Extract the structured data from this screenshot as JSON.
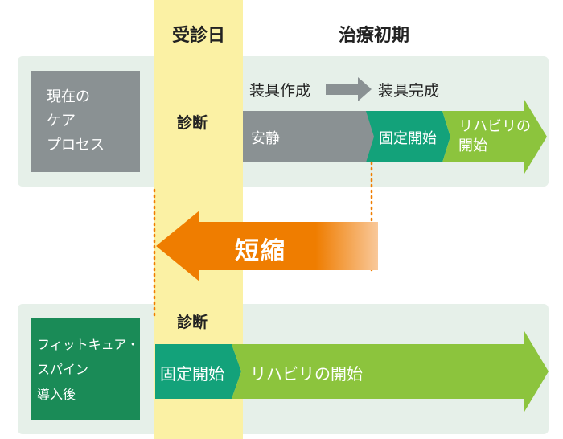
{
  "headers": {
    "visit_day": "受診日",
    "initial_treatment": "治療初期"
  },
  "top": {
    "process_label": [
      "現在の",
      "ケア",
      "プロセス"
    ],
    "diagnosis": "診断",
    "brace_making": "装具作成",
    "brace_done": "装具完成",
    "rest": "安静",
    "fixation_start": "固定開始",
    "rehab_start": [
      "リハビリの",
      "開始"
    ]
  },
  "middle": {
    "shortened": "短縮"
  },
  "bottom": {
    "process_label": [
      "フィットキュア・",
      "スパイン",
      "導入後"
    ],
    "diagnosis": "診断",
    "fixation_start": "固定開始",
    "rehab_start": "リハビリの開始"
  },
  "colors": {
    "panel_bg": "#e6f0e9",
    "yellow_band": "#fbf1a4",
    "gray": "#8a9193",
    "teal": "#13a27a",
    "green": "#8cc43d",
    "orange": "#ef7d00",
    "dark_green": "#1a8b57"
  }
}
